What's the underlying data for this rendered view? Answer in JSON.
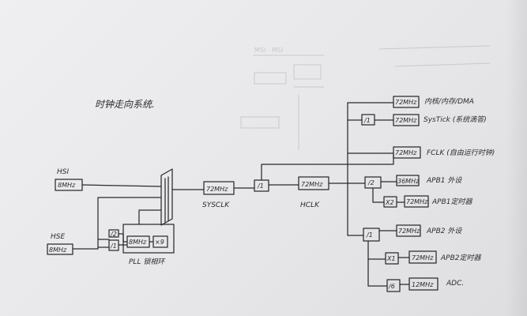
{
  "title": "时钟走向系统.",
  "sources": {
    "hsi": {
      "name": "HSI",
      "freq": "8MHz"
    },
    "hse": {
      "name": "HSE",
      "freq": "8MHz"
    }
  },
  "pll": {
    "prediv_top": "/2",
    "prediv_bottom": "/1",
    "input": "8MHz",
    "mult": "×9",
    "label": "PLL 锁相环"
  },
  "sysclk": {
    "freq": "72MHz",
    "label": "SYSCLK"
  },
  "ahb": {
    "div": "/1",
    "freq": "72MHz",
    "label": "HCLK"
  },
  "branches": {
    "core": {
      "freq": "72MHz",
      "label": "内核/内存/DMA"
    },
    "systick": {
      "div": "/1",
      "freq": "72MHz",
      "label": "SysTick (系统滴答)"
    },
    "fclk": {
      "freq": "72MHz",
      "label": "FCLK (自由运行时钟)"
    },
    "apb1": {
      "div": "/2",
      "freq": "36MHz",
      "label": "APB1 外设"
    },
    "apb1_timer": {
      "mult": "X2",
      "freq": "72MHz",
      "label": "APB1定时器"
    },
    "apb2": {
      "div": "/1",
      "freq": "72MHz",
      "label": "APB2 外设"
    },
    "apb2_timer": {
      "mult": "X1",
      "freq": "72MHz",
      "label": "APB2定时器"
    },
    "adc": {
      "div": "/6",
      "freq": "12MHz",
      "label": "ADC."
    }
  }
}
